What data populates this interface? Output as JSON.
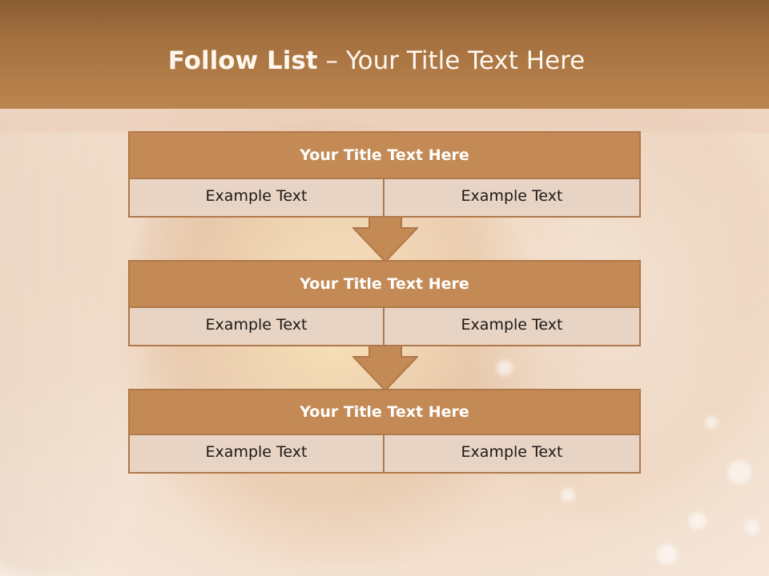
{
  "slide": {
    "title_strong": "Follow List",
    "title_rest": " – Your Title Text Here",
    "colors": {
      "header": "#a4703f",
      "block_title": "#c48a55",
      "block_body": "#e8d4c5",
      "border": "#b0784a"
    }
  },
  "blocks": [
    {
      "title": "Your Title Text Here",
      "left": "Example Text",
      "right": "Example Text"
    },
    {
      "title": "Your Title Text Here",
      "left": "Example Text",
      "right": "Example Text"
    },
    {
      "title": "Your Title Text Here",
      "left": "Example Text",
      "right": "Example Text"
    }
  ]
}
